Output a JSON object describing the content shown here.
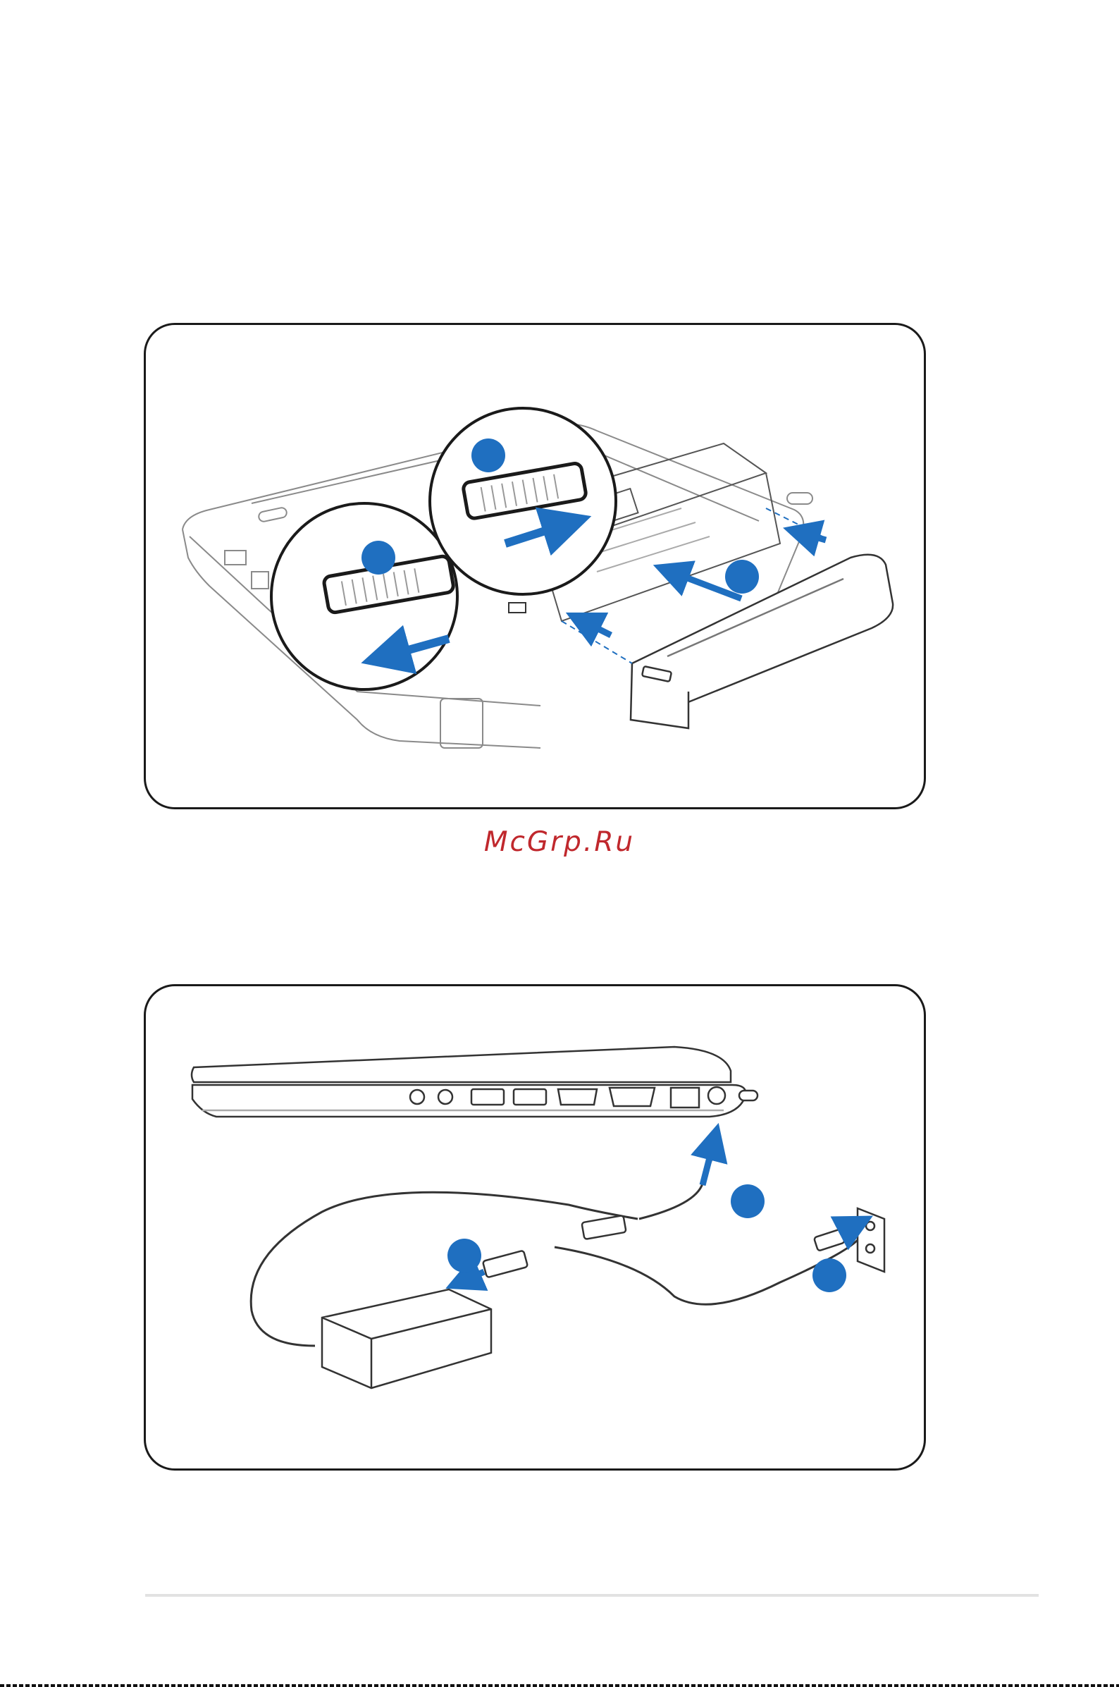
{
  "watermark": {
    "text": "McGrp.Ru"
  },
  "figures": [
    {
      "id": "battery-installation",
      "step_markers": 3,
      "accent_color": "#1f6fc0"
    },
    {
      "id": "power-connection",
      "step_markers": 3,
      "accent_color": "#1f6fc0"
    }
  ],
  "colors": {
    "outline": "#1a1a1a",
    "line_art": "#7a7a7a",
    "accent": "#1f6fc0",
    "watermark": "#c0282d"
  }
}
